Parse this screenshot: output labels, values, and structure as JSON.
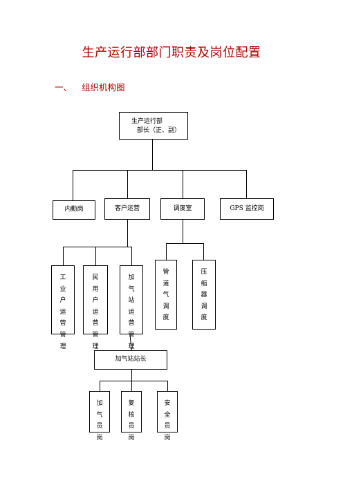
{
  "document": {
    "title": "生产运行部部门职责及岗位配置",
    "section": {
      "number": "一、",
      "heading": "组织机构图"
    }
  },
  "org_chart": {
    "head": {
      "line1": "生产运行部",
      "line2": "部长（正、副）"
    },
    "level1": [
      "内勤岗",
      "客户运营",
      "调度室",
      "GPS 监控岗"
    ],
    "customer_ops_children": [
      "工业户运营管理",
      "民用户运营管理",
      "加气站运营管理"
    ],
    "dispatch_children": [
      "管道气调度",
      "压缩器调度"
    ],
    "station_manager": "加气站站长",
    "station_children": [
      "加气员岗",
      "复核员岗",
      "安全员岗"
    ]
  }
}
